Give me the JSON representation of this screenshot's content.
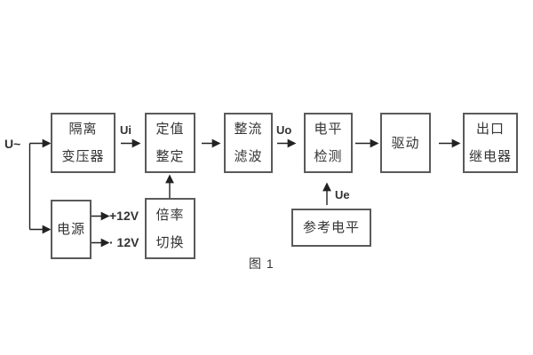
{
  "figure": {
    "caption": "图 1"
  },
  "signals": {
    "input": "U~",
    "ui": "Ui",
    "uo": "Uo",
    "ue": "Ue",
    "rail_positive": "+12V",
    "rail_negative": "· 12V"
  },
  "blocks": {
    "isolation_transformer": {
      "line1": "隔离",
      "line2": "变压器"
    },
    "setpoint_setting": {
      "line1": "定值",
      "line2": "整定"
    },
    "rectifier_filter": {
      "line1": "整流",
      "line2": "滤波"
    },
    "level_detection": {
      "line1": "电平",
      "line2": "检测"
    },
    "driver": {
      "line1": "驱动"
    },
    "output_relay": {
      "line1": "出口",
      "line2": "继电器"
    },
    "power_supply": {
      "line1": "电源"
    },
    "ratio_switching": {
      "line1": "倍率",
      "line2": "切换"
    },
    "reference_level": {
      "line1": "参考电平"
    }
  },
  "colors": {
    "background": "#ffffff",
    "box_border": "#5a5a5a",
    "text": "#333333",
    "line": "#222222"
  }
}
